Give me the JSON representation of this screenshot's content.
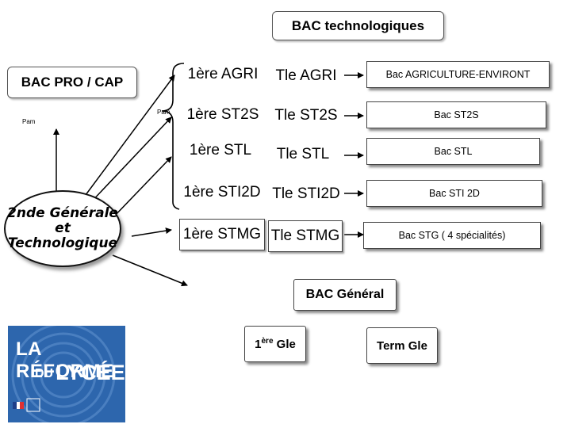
{
  "title": "BAC technologiques",
  "left": {
    "bac_pro": "BAC PRO / CAP",
    "pam_left": "Pam",
    "pam_right": "Pam",
    "seconde_line1": "2nde Générale",
    "seconde_line2": "et",
    "seconde_line3": "Technologique"
  },
  "rows": [
    {
      "premiere": "1ère AGRI",
      "terminale": "Tle AGRI",
      "bac": "Bac AGRICULTURE-ENVIRONT"
    },
    {
      "premiere": "1ère ST2S",
      "terminale": "Tle ST2S",
      "bac": "Bac ST2S"
    },
    {
      "premiere": "1ère STL",
      "terminale": "Tle STL",
      "bac": "Bac STL"
    },
    {
      "premiere": "1ère STI2D",
      "terminale": "Tle STI2D",
      "bac": "Bac STI 2D"
    },
    {
      "premiere": "1ère STMG",
      "terminale": "Tle STMG",
      "bac": "Bac STG ( 4 spécialités)"
    }
  ],
  "general": {
    "title": "BAC Général",
    "premiere_prefix": "1",
    "premiere_sup": "ère",
    "premiere_suffix": " Gle",
    "terminale": "Term Gle"
  },
  "logo": {
    "line1": "LA RÉFORME",
    "line2_small": "DU",
    "line2": "LYCÉE",
    "colors": {
      "background": "#2d66ad",
      "text": "#ffffff"
    }
  }
}
